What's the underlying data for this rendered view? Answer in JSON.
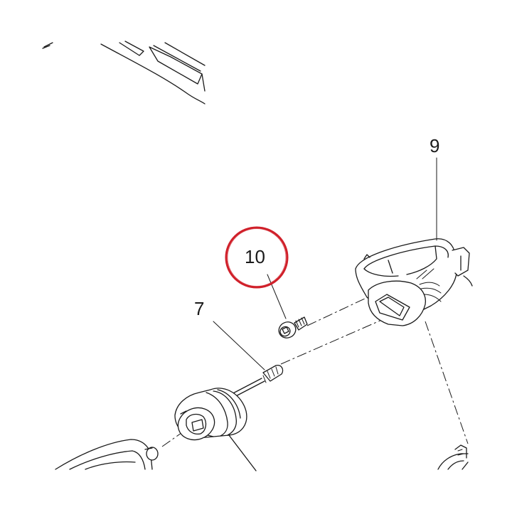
{
  "callouts": [
    {
      "number": "9",
      "part": "clamp-band"
    },
    {
      "number": "10",
      "part": "cap-screw",
      "highlighted": true
    },
    {
      "number": "7",
      "part": "long-screw"
    }
  ],
  "colors": {
    "line": "#1a1a1a",
    "background": "#ffffff",
    "highlight_circle": "#d0202a"
  }
}
